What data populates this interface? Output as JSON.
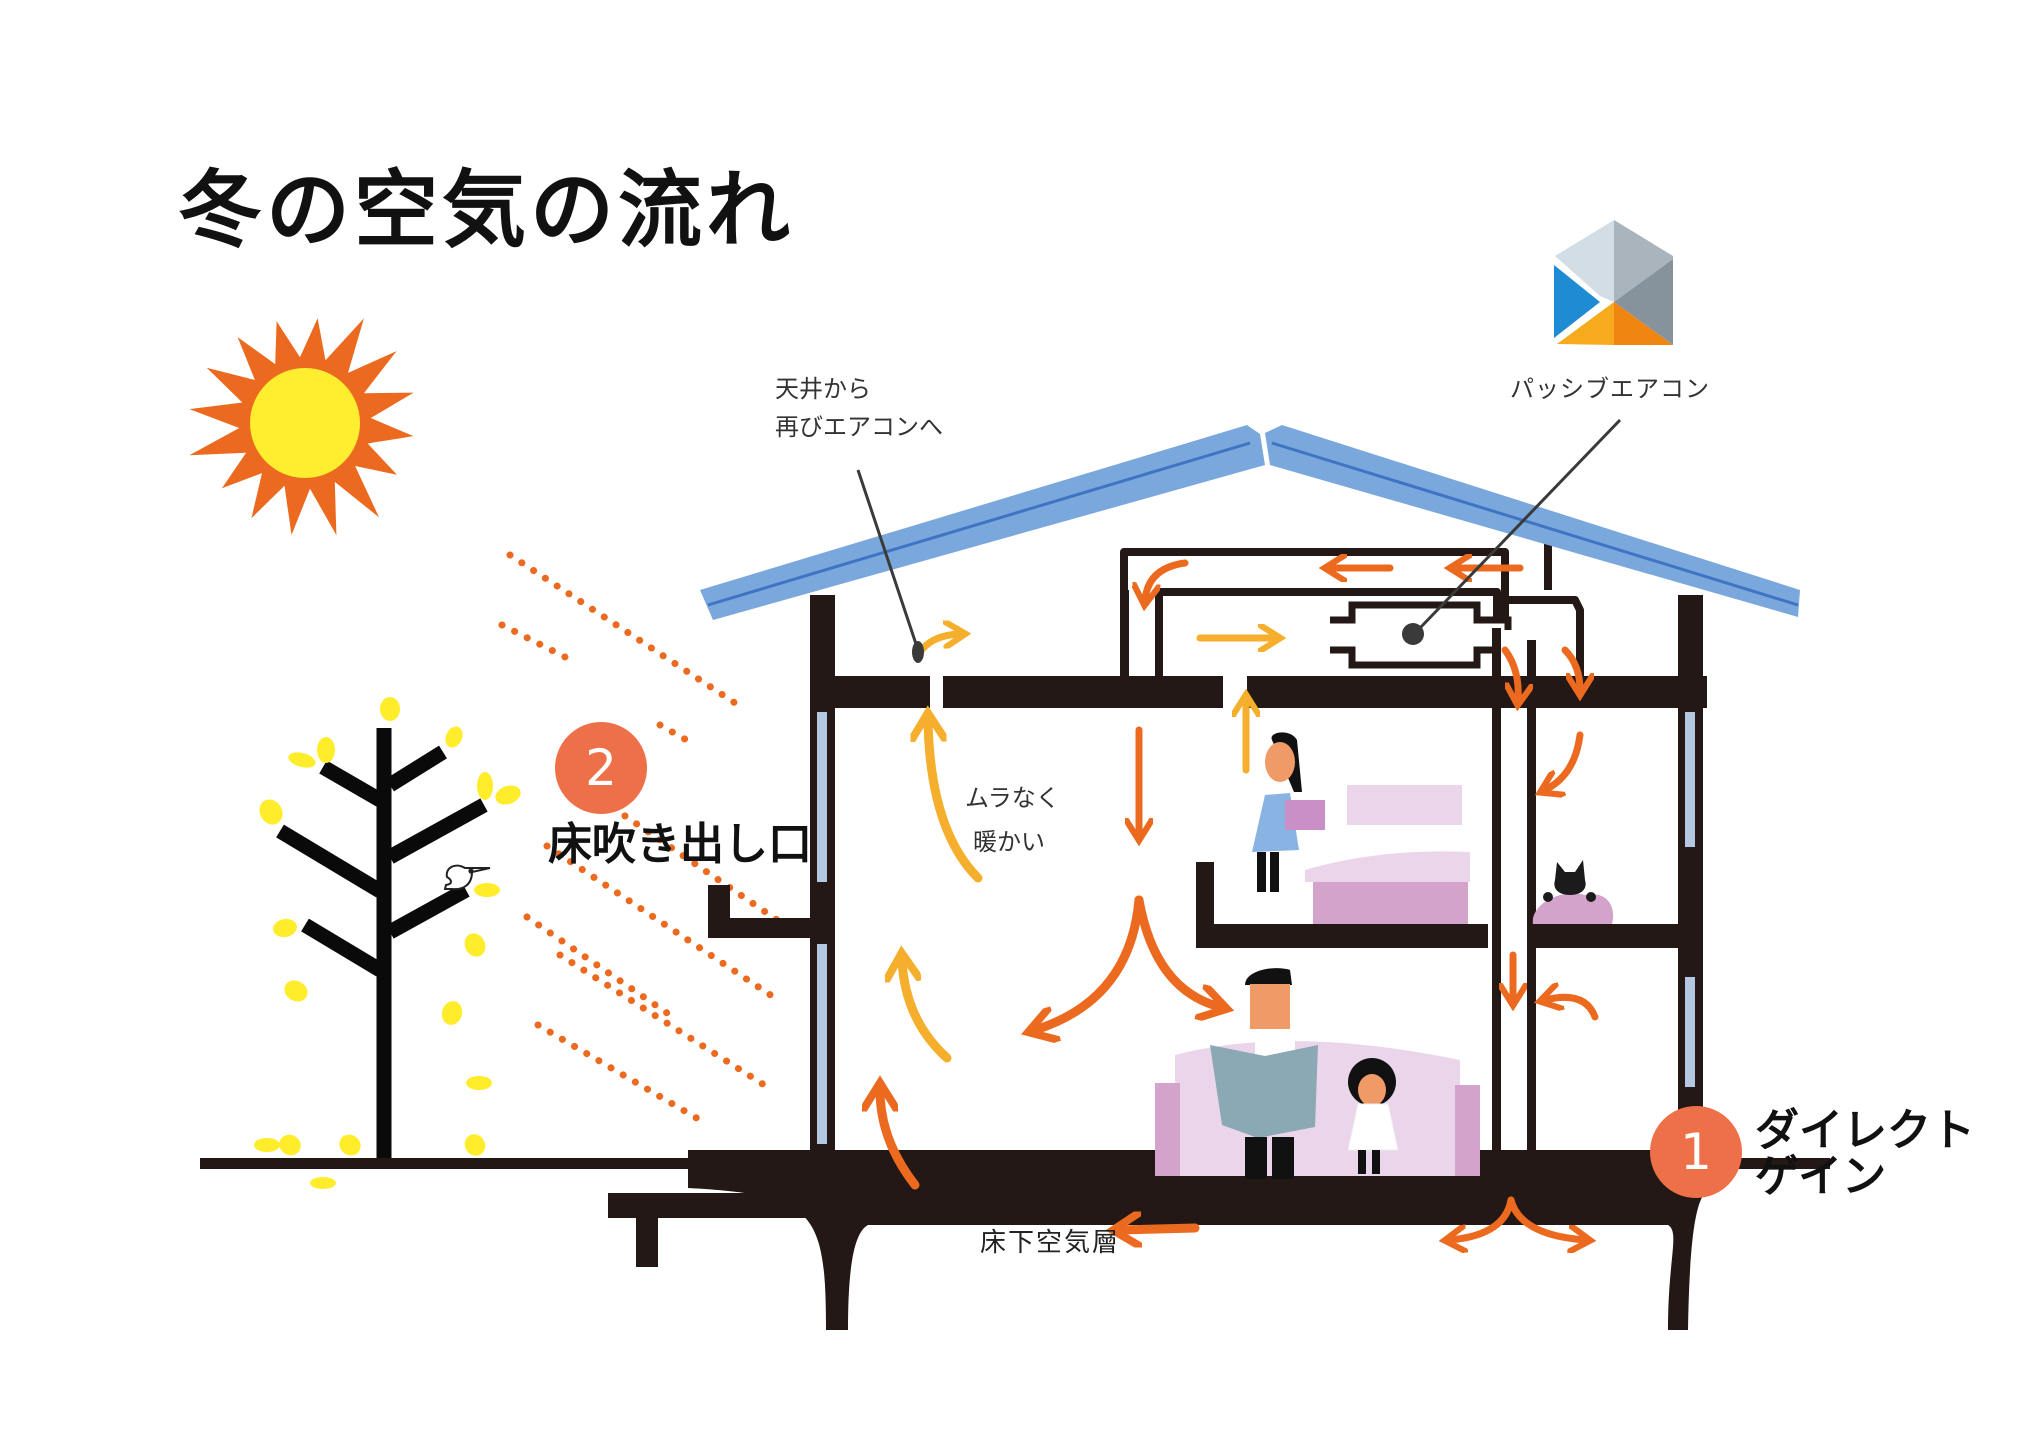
{
  "title": "冬の空気の流れ",
  "logo": {
    "label": "パッシブエアコン",
    "colors": {
      "top_left": "#d3dde6",
      "top_right": "#aab4bc",
      "right": "#86939c",
      "left": "#1e8bd2",
      "bottom_left": "#f6ab1f",
      "bottom_right": "#f08510"
    }
  },
  "annotations": {
    "ceiling_return": [
      "天井から",
      "再びエアコンへ"
    ],
    "even_warmth": [
      "ムラなく",
      "暖かい"
    ],
    "underfloor_layer": "床下空気層"
  },
  "callouts": [
    {
      "number": "1",
      "lines": [
        "ダイレクト",
        "ゲイン"
      ]
    },
    {
      "number": "2",
      "lines": [
        "床吹き出し口"
      ]
    }
  ],
  "colors": {
    "warm_air": "#f6ae2d",
    "hot_air": "#ec6a1f",
    "roof": "#7aa7dc",
    "roof_line": "#3f74c4",
    "structure": "#231815",
    "window": "#b4c9e1",
    "badge": "#ee7048",
    "sun_rays": "#ec6a1f",
    "sun_core": "#ffed2f",
    "leaf": "#ffec2b",
    "furniture": "#d3a3cc",
    "furniture_light": "#ead5ea"
  }
}
